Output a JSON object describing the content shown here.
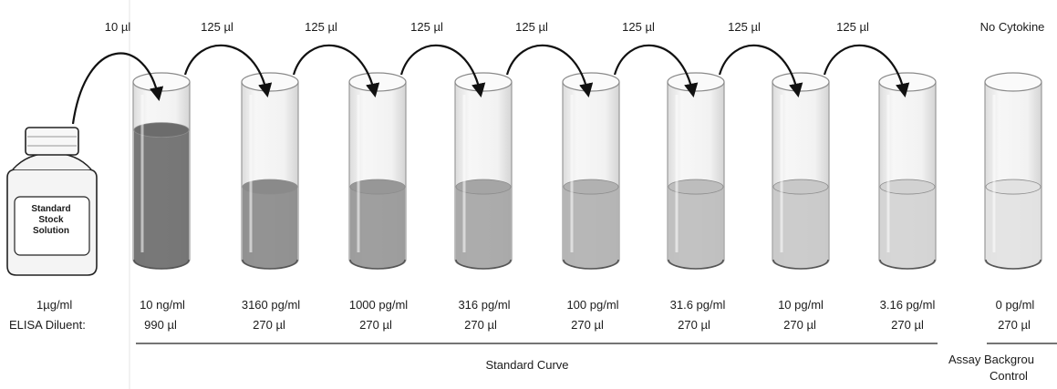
{
  "transfer_volumes": [
    "10 µl",
    "125 µl",
    "125 µl",
    "125 µl",
    "125 µl",
    "125 µl",
    "125 µl",
    "125 µl"
  ],
  "no_cytokine_label": "No Cytokine",
  "stock": {
    "label_lines": [
      "Standard",
      "Stock",
      "Solution"
    ],
    "concentration": "1µg/ml"
  },
  "diluent_label": "ELISA Diluent:",
  "tubes": [
    {
      "concentration": "10 ng/ml",
      "diluent_volume": "990 µl",
      "fill_level": 0.73,
      "color": "#6c6c6c"
    },
    {
      "concentration": "3160 pg/ml",
      "diluent_volume": "270 µl",
      "fill_level": 0.41,
      "color": "#8a8a8a"
    },
    {
      "concentration": "1000 pg/ml",
      "diluent_volume": "270 µl",
      "fill_level": 0.41,
      "color": "#979797"
    },
    {
      "concentration": "316 pg/ml",
      "diluent_volume": "270 µl",
      "fill_level": 0.41,
      "color": "#a5a5a5"
    },
    {
      "concentration": "100 pg/ml",
      "diluent_volume": "270 µl",
      "fill_level": 0.41,
      "color": "#b1b1b1"
    },
    {
      "concentration": "31.6 pg/ml",
      "diluent_volume": "270 µl",
      "fill_level": 0.41,
      "color": "#bdbdbd"
    },
    {
      "concentration": "10 pg/ml",
      "diluent_volume": "270 µl",
      "fill_level": 0.41,
      "color": "#c8c8c8"
    },
    {
      "concentration": "3.16 pg/ml",
      "diluent_volume": "270 µl",
      "fill_level": 0.41,
      "color": "#d2d2d2"
    },
    {
      "concentration": "0 pg/ml",
      "diluent_volume": "270 µl",
      "fill_level": 0.41,
      "color": "#e2e2e2"
    }
  ],
  "standard_curve_label": "Standard Curve",
  "background_control_label": [
    "Assay Backgrou",
    "Control"
  ]
}
